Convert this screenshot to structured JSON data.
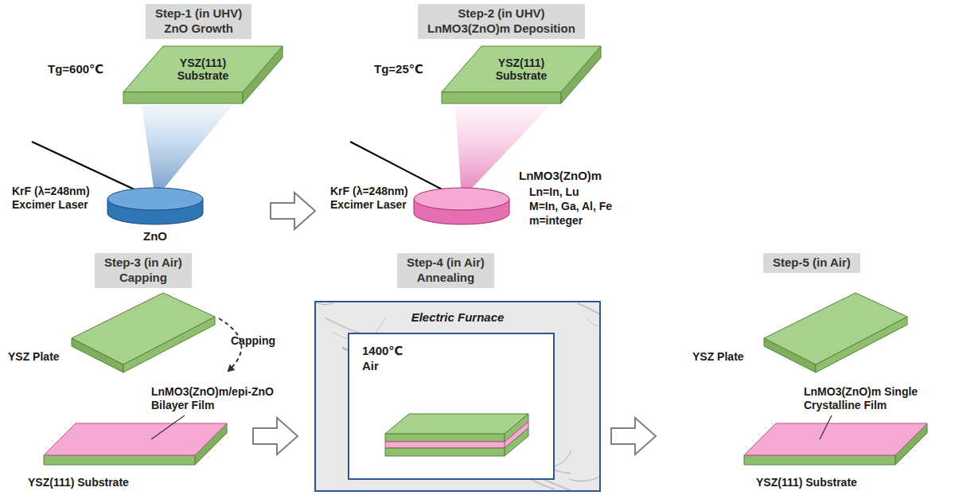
{
  "diagram": {
    "nodes": [
      {
        "text": [
          "Step-1 (in UHV)",
          "ZnO Growth"
        ]
      },
      {
        "text": [
          "YSZ(111) Substrate"
        ]
      },
      {
        "text": [
          "Step-2 (in UHV)",
          "LnMO3(ZnO)m Deposition"
        ]
      },
      {
        "text": [
          "YSZ(111) Substrate"
        ]
      },
      {
        "text": [
          "Step-3 (in Air)",
          "Capping"
        ]
      },
      {
        "text": [
          "Step-4 (in Air)",
          "Annealing"
        ]
      },
      {
        "text": [
          "Electric Furnace"
        ]
      },
      {
        "text": [
          "1400℃ Air"
        ],
        "in": 6
      },
      {
        "text": [
          "Step-5 (in Air)"
        ]
      }
    ],
    "labels": [
      "Tg=600℃",
      "KrF (λ=248nm) Excimer Laser",
      "ZnO",
      "Tg=25℃",
      "KrF (λ=248nm) Excimer Laser",
      "LnMO3(ZnO)m",
      "Ln=In, Lu",
      "M=In, Ga, Al, Fe",
      "m=integer",
      "YSZ Plate",
      "Capping",
      "LnMO3(ZnO)m/epi-ZnO Bilayer Film",
      "YSZ(111) Substrate",
      "YSZ Plate",
      "LnMO3(ZnO)m Single Crystalline Film",
      "YSZ(111) Substrate"
    ]
  }
}
